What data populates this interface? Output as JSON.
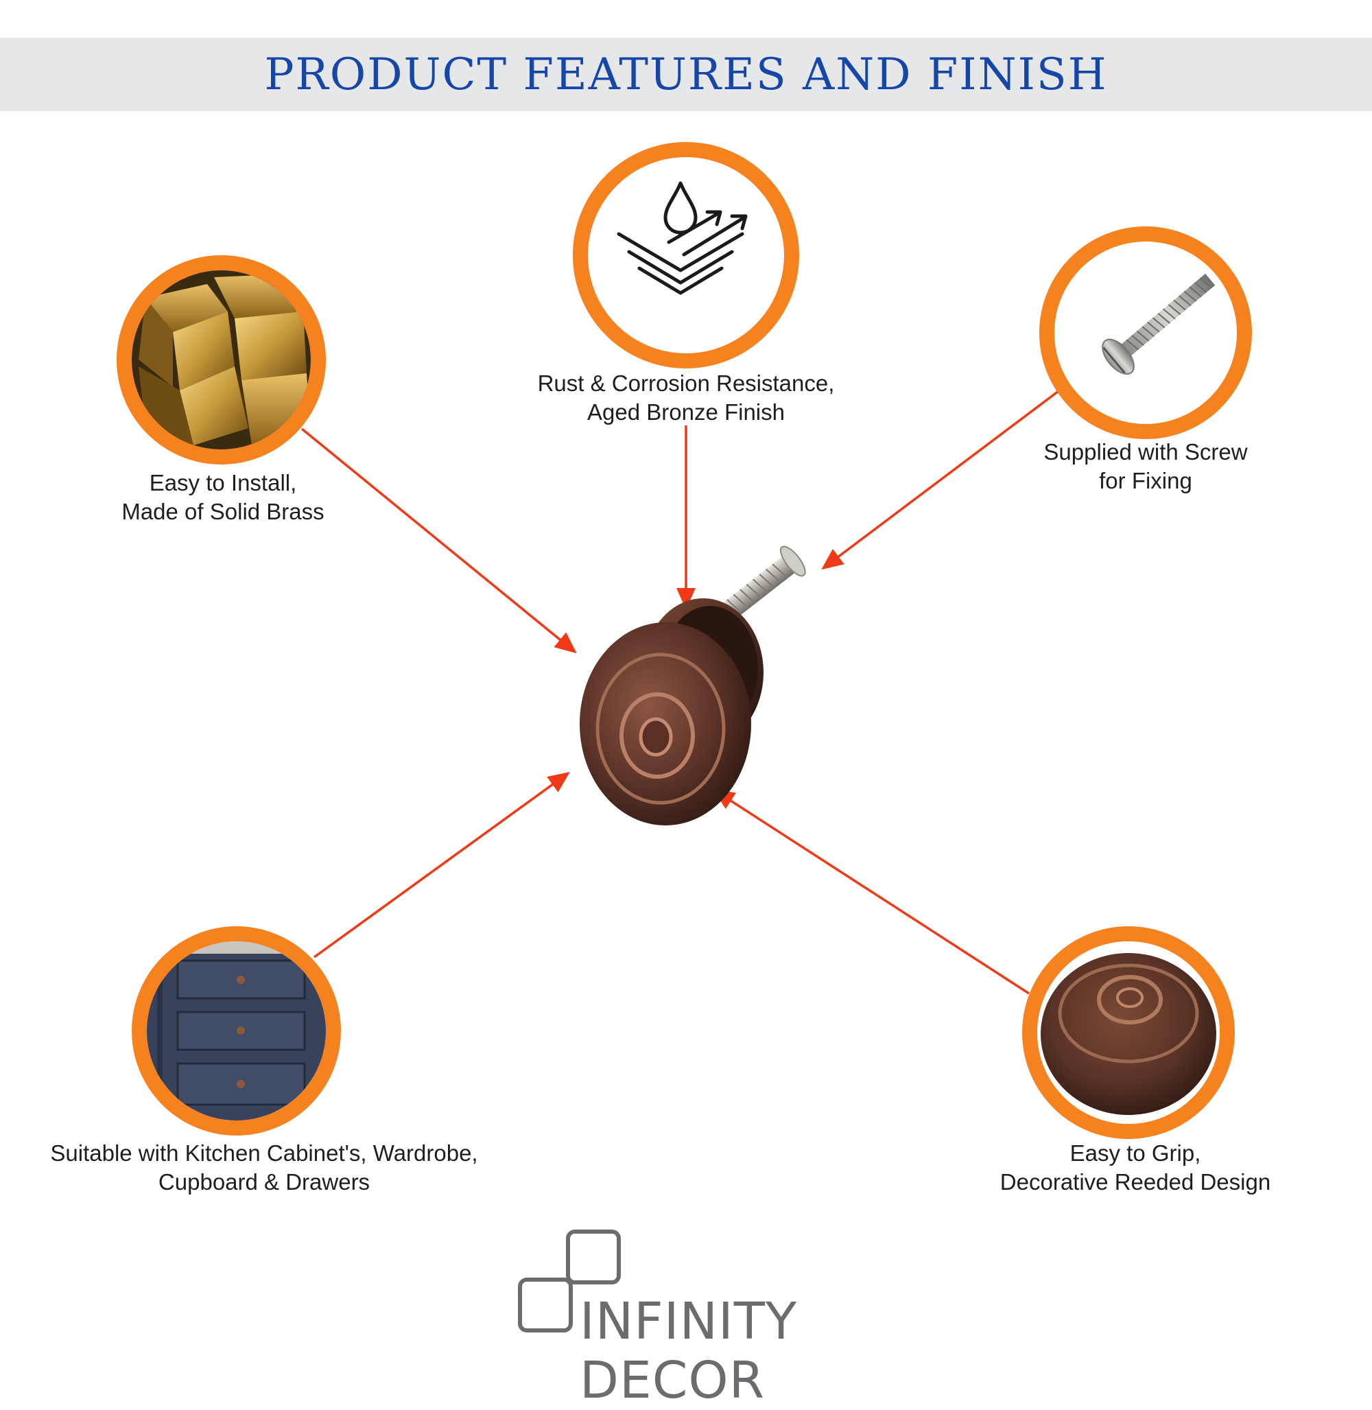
{
  "header": {
    "title": "PRODUCT FEATURES AND FINISH"
  },
  "features": {
    "brass": {
      "line1": "Easy to Install,",
      "line2": "Made of Solid Brass",
      "icon": "brass-cubes-icon"
    },
    "rust": {
      "line1": "Rust & Corrosion Resistance,",
      "line2": "Aged Bronze Finish",
      "icon": "water-drop-layers-icon"
    },
    "screw": {
      "line1": "Supplied with Screw",
      "line2": "for Fixing",
      "icon": "screw-icon"
    },
    "cabinet": {
      "line1": "Suitable with Kitchen Cabinet's, Wardrobe,",
      "line2": "Cupboard & Drawers",
      "icon": "cabinet-drawers-icon"
    },
    "grip": {
      "line1": "Easy to Grip,",
      "line2": "Decorative Reeded Design",
      "icon": "knob-closeup-icon"
    }
  },
  "logo": {
    "text": "INFINITY DECOR"
  },
  "colors": {
    "accent_orange": "#f5821f",
    "arrow_red": "#f03a17",
    "title_blue": "#1546a8",
    "header_bg": "#e6e7e9"
  }
}
